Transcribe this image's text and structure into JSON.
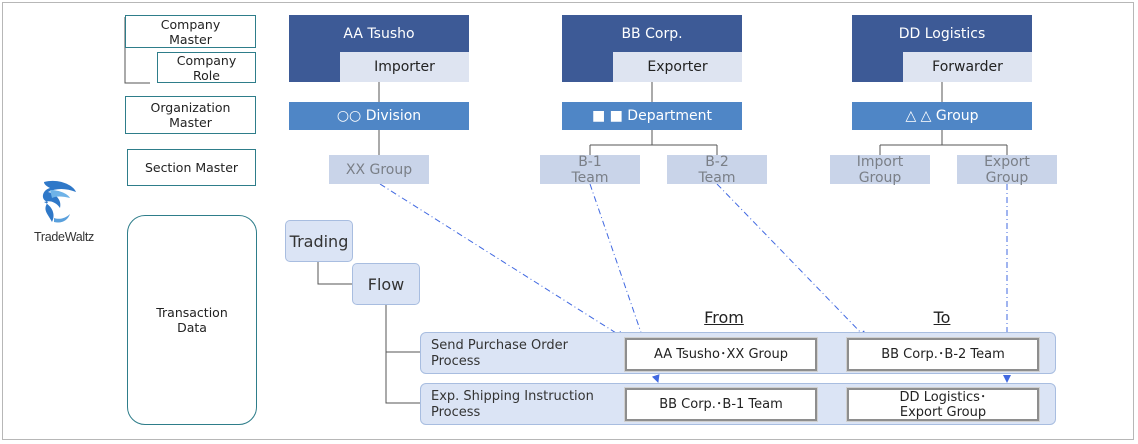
{
  "logo": {
    "name": "TradeWaltz"
  },
  "masters": {
    "company_master": "Company\nMaster",
    "company_role": "Company\nRole",
    "organization_master": "Organization\nMaster",
    "section_master": "Section Master",
    "transaction_data": "Transaction\nData"
  },
  "companies": [
    {
      "name": "AA Tsusho",
      "role": "Importer",
      "org": "○○ Division",
      "sections": [
        "XX Group"
      ]
    },
    {
      "name": "BB Corp.",
      "role": "Exporter",
      "org": "■ ■ Department",
      "sections": [
        "B-1\nTeam",
        "B-2\nTeam"
      ]
    },
    {
      "name": "DD Logistics",
      "role": "Forwarder",
      "org": "△ △ Group",
      "sections": [
        "Import\nGroup",
        "Export\nGroup"
      ]
    }
  ],
  "trading": "Trading",
  "flow": "Flow",
  "headers": {
    "from": "From",
    "to": "To"
  },
  "processes": [
    {
      "label": "Send Purchase Order\nProcess",
      "from": "AA Tsusho･XX Group",
      "to": "BB Corp.･B-2 Team"
    },
    {
      "label": "Exp. Shipping Instruction\nProcess",
      "from": "BB Corp.･B-1 Team",
      "to": "DD Logistics･\nExport Group"
    }
  ],
  "colors": {
    "company": "#3d5a96",
    "role": "#dee4f1",
    "organization": "#4f86c6",
    "section": "#c9d4e9",
    "arrow": "#4169e1",
    "master_border": "#2e7d8a"
  }
}
